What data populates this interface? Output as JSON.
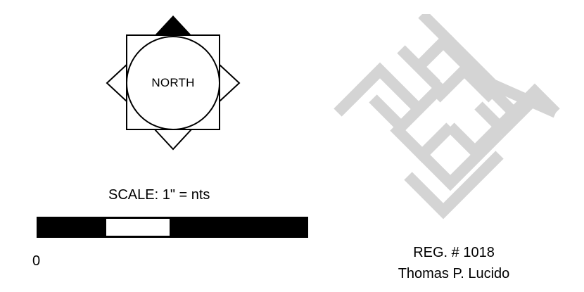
{
  "compass": {
    "label": "NORTH"
  },
  "scale": {
    "label": "SCALE: 1\" = nts",
    "zero_label": "0"
  },
  "registration": {
    "number": "REG. # 1018",
    "name": "Thomas P. Lucido"
  },
  "colors": {
    "ink": "#000000",
    "watermark": "#d4d4d4"
  }
}
